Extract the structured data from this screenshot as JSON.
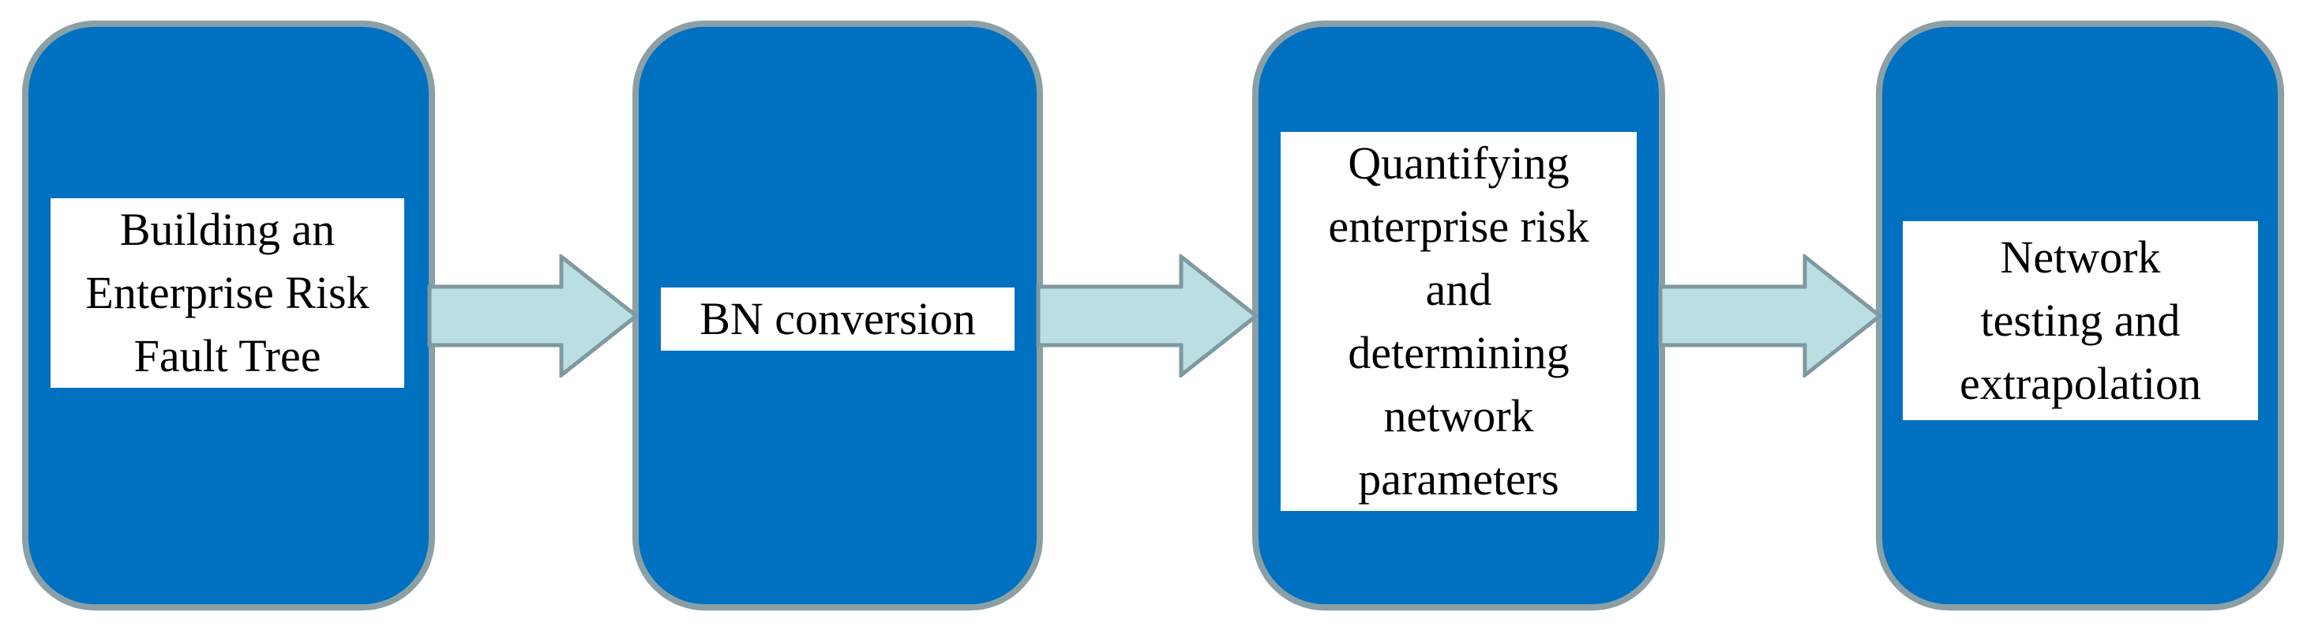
{
  "figure": {
    "type": "flow-diagram",
    "direction": "left-to-right",
    "steps": [
      {
        "index": 1,
        "label": "Building an\nEnterprise Risk\nFault Tree"
      },
      {
        "index": 2,
        "label": "BN conversion"
      },
      {
        "index": 3,
        "label": "Quantifying\nenterprise risk\nand\ndetermining\nnetwork\nparameters"
      },
      {
        "index": 4,
        "label": "Network\ntesting and\nextrapolation"
      }
    ],
    "connectors": [
      {
        "from": 1,
        "to": 2,
        "shape": "right-block-arrow"
      },
      {
        "from": 2,
        "to": 3,
        "shape": "right-block-arrow"
      },
      {
        "from": 3,
        "to": 4,
        "shape": "right-block-arrow"
      }
    ],
    "colors": {
      "box_fill": "#0070C0",
      "box_border": "#8BA0A6",
      "label_background": "#FFFFFF",
      "label_text": "#000000",
      "arrow_fill": "#BADEE2",
      "arrow_border": "#7E9AA0",
      "page_background": "#FFFFFF"
    }
  }
}
